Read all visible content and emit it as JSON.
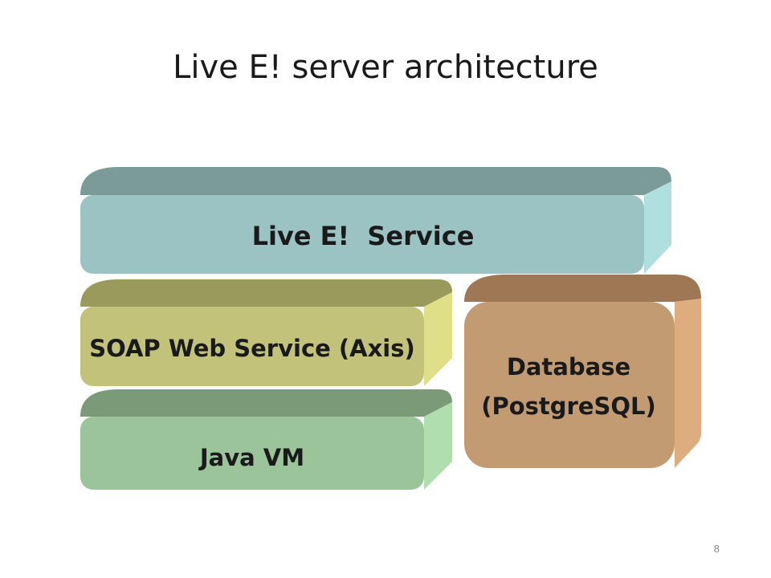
{
  "slide": {
    "title": "Live E! server architecture",
    "page_number": "8"
  },
  "diagram": {
    "blocks": {
      "service": {
        "label": "Live E!  Service",
        "front_color": "#9cc3c4",
        "top_color": "#7b9b99",
        "side_color": "#b0dfe0"
      },
      "soap": {
        "label": "SOAP Web Service (Axis)",
        "front_color": "#c2c27a",
        "top_color": "#9a9a5c",
        "side_color": "#dfdf88"
      },
      "java": {
        "label": "Java VM",
        "front_color": "#9cc49a",
        "top_color": "#7a9a78",
        "side_color": "#b0deae"
      },
      "database": {
        "label_line1": "Database",
        "label_line2": "(PostgreSQL)",
        "front_color": "#c39b73",
        "top_color": "#9e7854",
        "side_color": "#ddad7f"
      }
    }
  }
}
